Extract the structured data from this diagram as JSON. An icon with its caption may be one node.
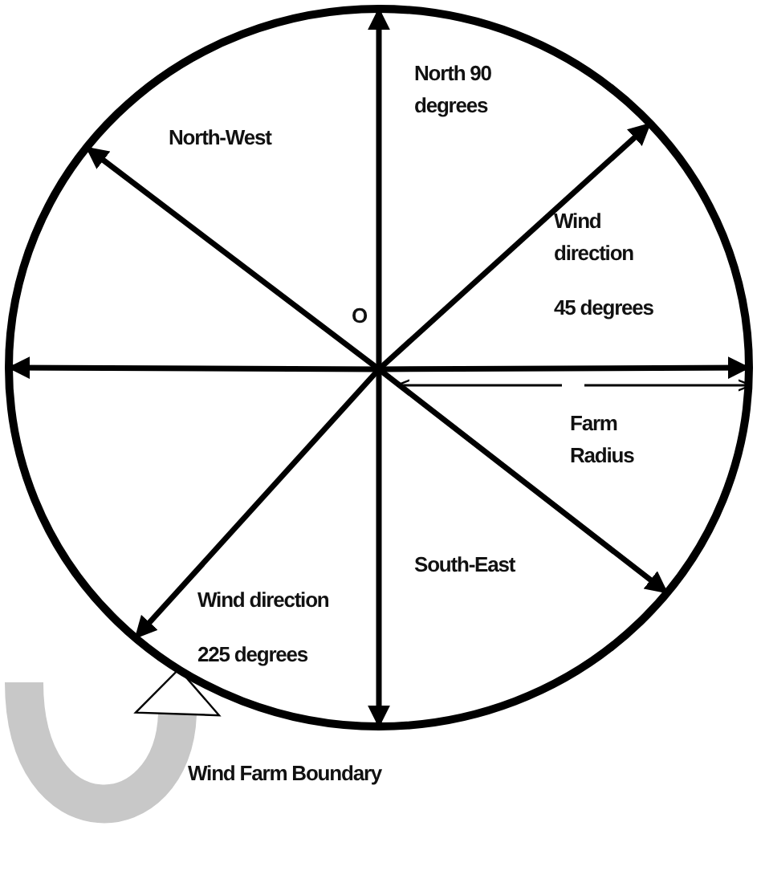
{
  "diagram": {
    "nodes": [
      {
        "text": [],
        "shape": "circle"
      },
      {
        "text": [
          "O"
        ],
        "in": 0
      }
    ],
    "edges": [
      {
        "from": 1,
        "to": 0,
        "arrow": "to"
      },
      {
        "from": 1,
        "to": 0,
        "arrow": "to"
      },
      {
        "from": 1,
        "to": 0,
        "arrow": "to"
      },
      {
        "from": 1,
        "to": 0,
        "arrow": "to"
      },
      {
        "from": 1,
        "to": 0,
        "arrow": "to"
      },
      {
        "from": 1,
        "to": 0,
        "arrow": "to"
      },
      {
        "from": 1,
        "to": 0,
        "arrow": "to"
      },
      {
        "from": 1,
        "to": 0,
        "arrow": "to"
      },
      {
        "from": null,
        "to": 0,
        "arrow": "to",
        "style": "thick",
        "color": "#c8c8c8"
      }
    ],
    "labels": [
      "North 90 degrees",
      "North-West",
      "Wind direction",
      "45 degrees",
      "Farm Radius",
      "South-East",
      "Wind direction",
      "225 degrees",
      "Wind Farm Boundary"
    ]
  }
}
